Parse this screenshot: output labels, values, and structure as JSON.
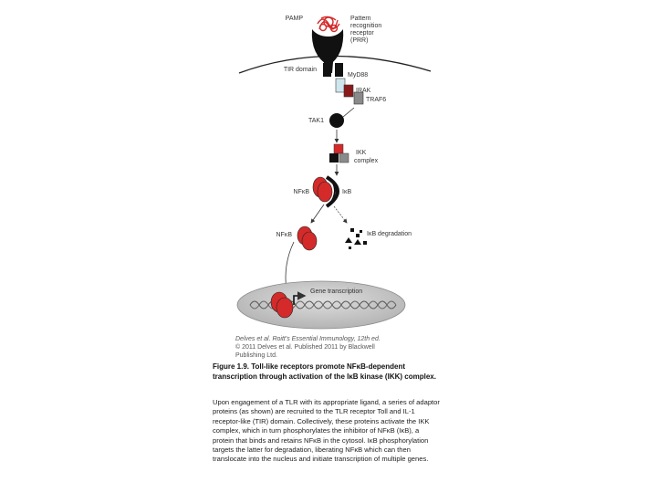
{
  "labels": {
    "pamp": "PAMP",
    "prr": [
      "Pattern",
      "recognition",
      "receptor",
      "(PRR)"
    ],
    "tir_domain": "TIR domain",
    "myd88": "MyD88",
    "irak": "IRAK",
    "traf6": "TRAF6",
    "tak1": "TAK1",
    "ikk_complex": [
      "IKK",
      "complex"
    ],
    "nfkb_complex_left": "NFκB",
    "ikb": "IκB",
    "nfkb_free": "NFκB",
    "ikb_degradation": "IκB degradation",
    "gene_transcription": "Gene transcription"
  },
  "credit": {
    "line1": "Delves et al. Roitt's Essential Immunology, 12th ed.",
    "line2": "© 2011 Delves et al. Published 2011 by Blackwell",
    "line3": "Publishing Ltd."
  },
  "caption": {
    "title": "Figure 1.9. Toll-like receptors promote NFκB-dependent transcription through activation of the IκB kinase (IKK) complex.",
    "body": "Upon engagement of a TLR with its appropriate ligand, a series of adaptor proteins (as shown) are recruited to the TLR receptor Toll and IL-1 receptor-like (TIR) domain. Collectively, these proteins activate the IKK complex, which in turn phosphorylates the inhibitor of NFκB (IκB), a protein that binds and retains NFκB in the cytosol. IκB phosphorylation targets the latter for degradation, liberating NFκB which can then translocate into the nucleus and initiate transcription of multiple genes."
  },
  "colors": {
    "red": "#d42a2a",
    "dark_red": "#8a1a1a",
    "light_blue": "#cfe6ee",
    "grey": "#8a8a8a",
    "black": "#111111",
    "nucleus": "#c9c9c9"
  }
}
